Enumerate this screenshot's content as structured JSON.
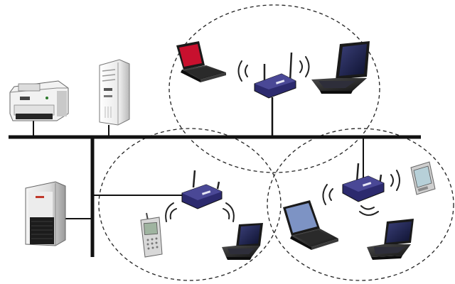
{
  "diagram": {
    "type": "wireless-network-topology",
    "palette": {
      "background": "#ffffff",
      "cable": "#111111",
      "cell_boundary": "#222222",
      "access_point": "#2c2a6e",
      "laptop_screen": "#1f2247",
      "laptop_screen_red": "#c8102e",
      "server": "#e6e6e6",
      "printer": "#f2f2f2"
    },
    "devices": [
      {
        "id": "printer",
        "icon": "printer-icon"
      },
      {
        "id": "tower-server",
        "icon": "tower-server-icon"
      },
      {
        "id": "main-server",
        "icon": "server-icon"
      },
      {
        "id": "access-point-top",
        "icon": "wireless-access-point-icon"
      },
      {
        "id": "access-point-left",
        "icon": "wireless-access-point-icon"
      },
      {
        "id": "access-point-right",
        "icon": "wireless-access-point-icon"
      },
      {
        "id": "laptop-red-screen",
        "icon": "laptop-icon"
      },
      {
        "id": "laptop-top-right",
        "icon": "laptop-icon"
      },
      {
        "id": "laptop-left-cell",
        "icon": "laptop-icon"
      },
      {
        "id": "laptop-right-cell-1",
        "icon": "laptop-icon"
      },
      {
        "id": "laptop-right-cell-2",
        "icon": "laptop-icon"
      },
      {
        "id": "mobile-phone",
        "icon": "mobile-phone-icon"
      },
      {
        "id": "pda",
        "icon": "pda-icon"
      }
    ],
    "wireless_cells": 3
  }
}
